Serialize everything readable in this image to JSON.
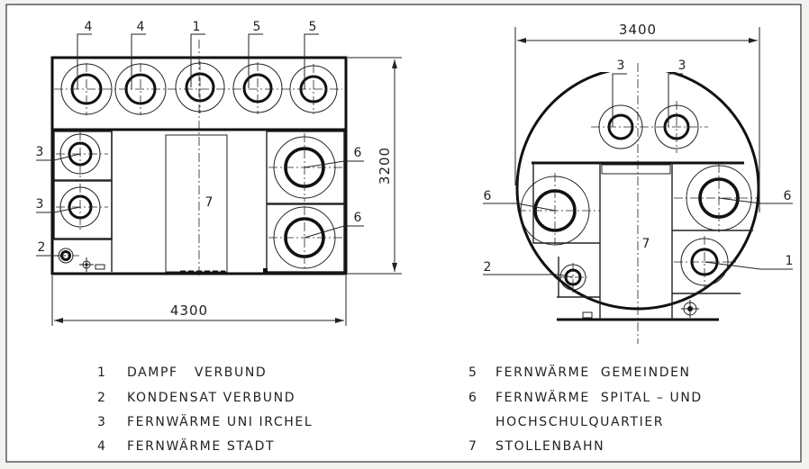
{
  "dimensions": {
    "rect_width": "4300",
    "rect_height": "3200",
    "circle_width": "3400"
  },
  "labels": {
    "top": [
      "4",
      "4",
      "1",
      "5",
      "5"
    ],
    "rect_left": [
      "3",
      "3",
      "2"
    ],
    "rect_right": [
      "6",
      "6"
    ],
    "rect_center": "7",
    "circle_top": [
      "3",
      "3"
    ],
    "circle_left": [
      "6",
      "2"
    ],
    "circle_right": [
      "6",
      "1"
    ],
    "circle_center": "7"
  },
  "legend": {
    "left": [
      {
        "num": "1",
        "text": "DAMPF   VERBUND"
      },
      {
        "num": "2",
        "text": "KONDENSAT VERBUND"
      },
      {
        "num": "3",
        "text": "FERNWÄRME UNI IRCHEL"
      },
      {
        "num": "4",
        "text": "FERNWÄRME STADT"
      }
    ],
    "right": [
      {
        "num": "5",
        "text": "FERNWÄRME  GEMEINDEN"
      },
      {
        "num": "6",
        "text": "FERNWÄRME  SPITAL – UND"
      },
      {
        "num": "",
        "text": "HOCHSCHULQUARTIER"
      },
      {
        "num": "7",
        "text": "STOLLENBAHN"
      }
    ]
  }
}
